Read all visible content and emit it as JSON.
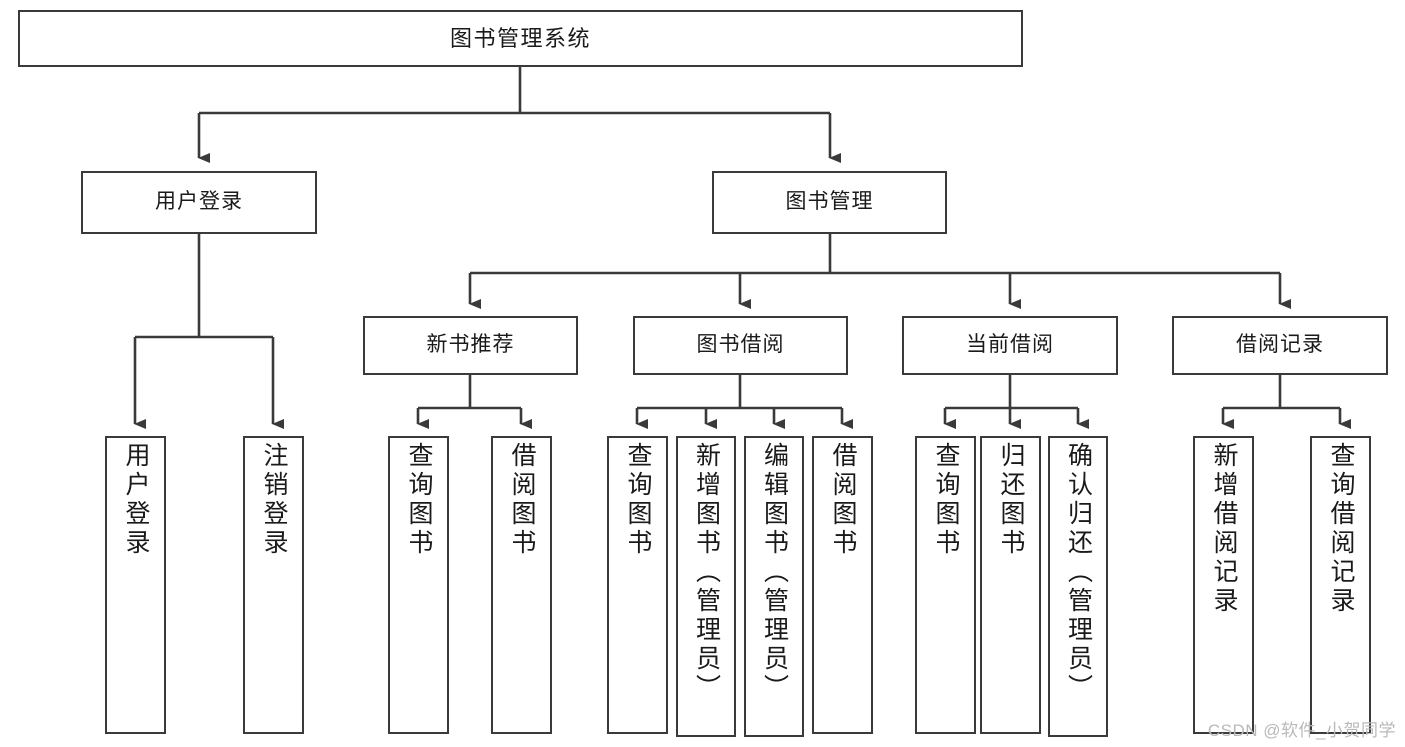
{
  "diagram": {
    "title": "图书管理系统",
    "type": "hierarchy-tree",
    "watermark": "CSDN @软件_小贺同学",
    "colors": {
      "box_border": "#3a3a3a",
      "box_fill": "#ffffff",
      "text": "#1a1a1a",
      "connector": "#3a3a3a",
      "watermark": "#b9b9b9"
    },
    "levels": {
      "root": "图书管理系统",
      "level1": [
        "用户登录",
        "图书管理"
      ],
      "level2": [
        "新书推荐",
        "图书借阅",
        "当前借阅",
        "借阅记录"
      ]
    },
    "nodes": {
      "root": {
        "label": "图书管理系统"
      },
      "user_login": {
        "label": "用户登录"
      },
      "book_manage": {
        "label": "图书管理"
      },
      "new_book_rec": {
        "label": "新书推荐"
      },
      "book_borrow": {
        "label": "图书借阅"
      },
      "current_borrow": {
        "label": "当前借阅"
      },
      "borrow_record": {
        "label": "借阅记录"
      },
      "leaf_user_login": {
        "label": "用户登录"
      },
      "leaf_logout": {
        "label": "注销登录"
      },
      "leaf_query_book_1": {
        "label": "查询图书"
      },
      "leaf_borrow_book_1": {
        "label": "借阅图书"
      },
      "leaf_query_book_2": {
        "label": "查询图书"
      },
      "leaf_add_book": {
        "label": "新增图书（管理员）"
      },
      "leaf_edit_book": {
        "label": "编辑图书（管理员）"
      },
      "leaf_borrow_book_2": {
        "label": "借阅图书"
      },
      "leaf_query_book_3": {
        "label": "查询图书"
      },
      "leaf_return_book": {
        "label": "归还图书"
      },
      "leaf_confirm_return": {
        "label": "确认归还（管理员）"
      },
      "leaf_add_record": {
        "label": "新增借阅记录"
      },
      "leaf_query_record": {
        "label": "查询借阅记录"
      }
    },
    "edges": [
      {
        "from": "root",
        "to": "user_login"
      },
      {
        "from": "root",
        "to": "book_manage"
      },
      {
        "from": "user_login",
        "to": "leaf_user_login"
      },
      {
        "from": "user_login",
        "to": "leaf_logout"
      },
      {
        "from": "book_manage",
        "to": "new_book_rec"
      },
      {
        "from": "book_manage",
        "to": "book_borrow"
      },
      {
        "from": "book_manage",
        "to": "current_borrow"
      },
      {
        "from": "book_manage",
        "to": "borrow_record"
      },
      {
        "from": "new_book_rec",
        "to": "leaf_query_book_1"
      },
      {
        "from": "new_book_rec",
        "to": "leaf_borrow_book_1"
      },
      {
        "from": "book_borrow",
        "to": "leaf_query_book_2"
      },
      {
        "from": "book_borrow",
        "to": "leaf_add_book"
      },
      {
        "from": "book_borrow",
        "to": "leaf_edit_book"
      },
      {
        "from": "book_borrow",
        "to": "leaf_borrow_book_2"
      },
      {
        "from": "current_borrow",
        "to": "leaf_query_book_3"
      },
      {
        "from": "current_borrow",
        "to": "leaf_return_book"
      },
      {
        "from": "current_borrow",
        "to": "leaf_confirm_return"
      },
      {
        "from": "borrow_record",
        "to": "leaf_add_record"
      },
      {
        "from": "borrow_record",
        "to": "leaf_query_record"
      }
    ]
  }
}
